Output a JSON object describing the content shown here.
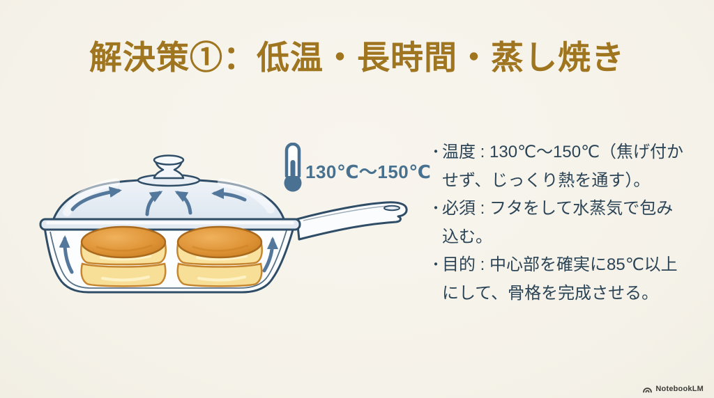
{
  "title": {
    "text": "解決策①：低温・長時間・蒸し焼き"
  },
  "colors": {
    "background": "#F6F3EA",
    "title_gold": "#9F751F",
    "text_navy": "#2B4456",
    "steam_blue": "#54789B",
    "outline_navy": "#2F4D66",
    "thermometer_blue": "#4A7191",
    "pancake_side_yellow": "#F9E19E",
    "pancake_top_amber": "#D98E2F"
  },
  "diagram": {
    "temperature_label": "130℃〜150℃"
  },
  "bullet_marker": "・",
  "bullets": [
    {
      "text": "温度 : 130℃〜150℃（焦げ付かせず、じっくり熱を通す）。",
      "lines": [
        "温度 : 130℃〜150℃（焦げ付か",
        "せず、じっくり熱を通す）。"
      ]
    },
    {
      "text": "必須 : フタをして水蒸気で包み込む。",
      "lines": [
        "必須 : フタをして水蒸気で包み",
        "込む。"
      ]
    },
    {
      "text": "目的 : 中心部を確実に85℃以上にして、骨格を完成させる。",
      "lines": [
        "目的 : 中心部を確実に85℃以上",
        "にして、骨格を完成させる。"
      ]
    }
  ],
  "footer": {
    "brand": "NotebookLM"
  }
}
